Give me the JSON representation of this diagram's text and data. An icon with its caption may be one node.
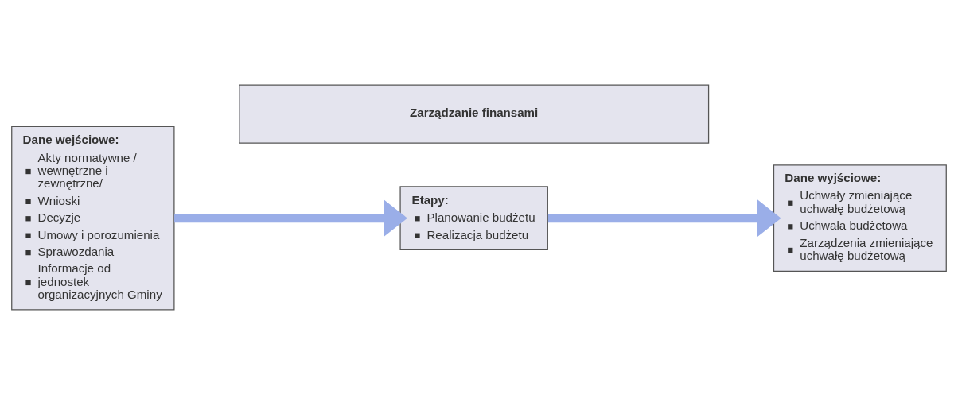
{
  "diagram": {
    "nodes": [
      {
        "text": [
          "Zarządzanie finansami"
        ]
      },
      {
        "text": [
          "Dane wejściowe:",
          "Akty normatywne / wewnętrzne i zewnętrzne/",
          "Wnioski",
          "Decyzje",
          "Umowy i porozumienia",
          "Sprawozdania",
          "Informacje od jednostek organizacyjnych Gminy"
        ]
      },
      {
        "text": [
          "Etapy:",
          "Planowanie budżetu",
          "Realizacja budżetu"
        ]
      },
      {
        "text": [
          "Dane wyjściowe:",
          "Uchwały zmieniające uchwałę budżetową",
          "Uchwała budżetowa",
          "Zarządzenia zmieniające uchwałę budżetową"
        ]
      }
    ],
    "edges": [
      {
        "from": 1,
        "to": 2,
        "arrow": "to"
      },
      {
        "from": 2,
        "to": 3,
        "arrow": "to"
      }
    ]
  }
}
